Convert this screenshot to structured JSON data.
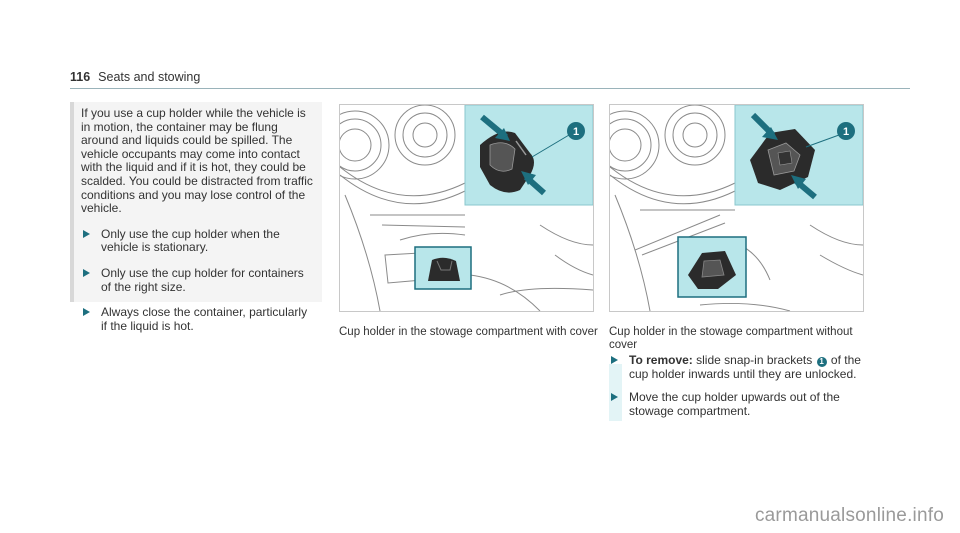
{
  "header": {
    "page_number": "116",
    "section": "Seats and stowing"
  },
  "warning": {
    "paragraph": "If you use a cup holder while the vehicle is in motion, the container may be flung around and liquids could be spilled. The vehicle occupants may come into contact with the liquid and if it is hot, they could be scalded. You could be distracted from traffic conditions and you may lose control of the vehicle.",
    "bullets": [
      "Only use the cup holder when the vehicle is stationary.",
      "Only use the cup holder for containers of the right size.",
      "Always close the container, particularly if the liquid is hot."
    ]
  },
  "figures": [
    {
      "caption": "Cup holder in the stowage compartment with cover",
      "callout": "1"
    },
    {
      "caption_line1": "Cup holder in the stowage compartment without",
      "caption_line2": "cover",
      "callout": "1"
    }
  ],
  "steps": [
    {
      "label": "To remove:",
      "text_before": "slide snap-in brackets",
      "badge": "1",
      "text_after": "of the",
      "line2": "cup holder inwards until they are unlocked."
    },
    {
      "line1": "Move the cup holder upwards out of the",
      "line2": "stowage compartment."
    }
  ],
  "watermark": "carmanualsonline.info",
  "colors": {
    "accent": "#1d6f7f",
    "highlight": "#b8e6ea",
    "box_bg": "#f4f4f4",
    "rule": "#9ab3ba"
  }
}
